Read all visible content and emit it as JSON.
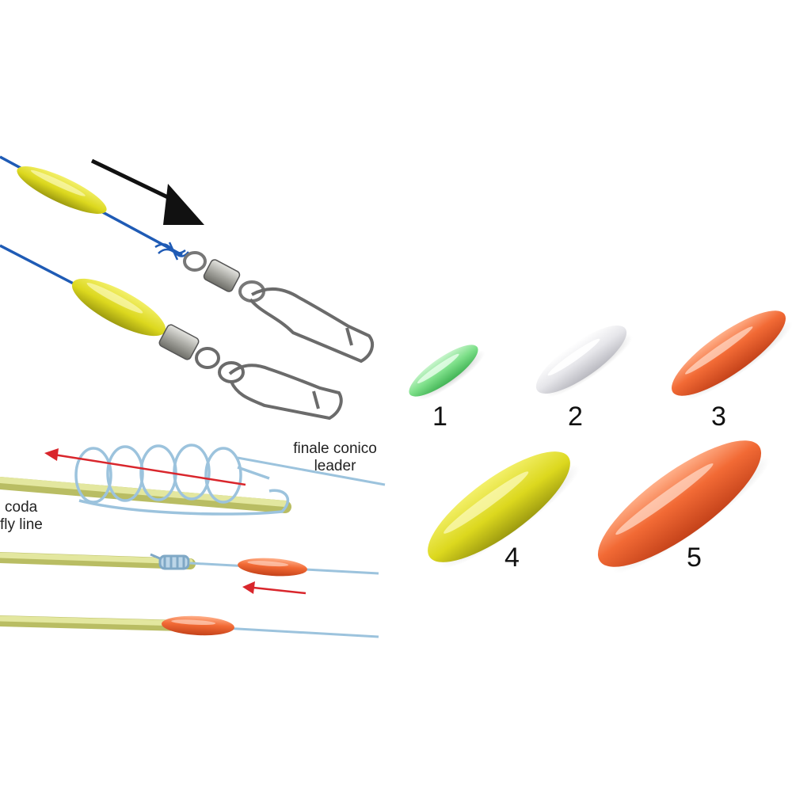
{
  "labels": {
    "leader_it": "finale conico",
    "leader_en": "leader",
    "flyline_it": "coda",
    "flyline_en": "fly line"
  },
  "stoppers": [
    {
      "number": "1",
      "color": "#7ee08a"
    },
    {
      "number": "2",
      "color": "#e6e6ea"
    },
    {
      "number": "3",
      "color": "#f26a35"
    },
    {
      "number": "4",
      "color": "#d8d21a"
    },
    {
      "number": "5",
      "color": "#f26a35"
    }
  ],
  "colors": {
    "blue_line": "#1f5bb5",
    "leader_line": "#9cc3dd",
    "fly_line": "#dfe39a",
    "yellow_stopper": "#e4e12a",
    "orange_stopper": "#f06a38",
    "arrow_black": "#111111",
    "arrow_red": "#d9262c"
  },
  "icons": [
    "swivel-snap-icon",
    "knot-icon",
    "arrow-icon"
  ]
}
